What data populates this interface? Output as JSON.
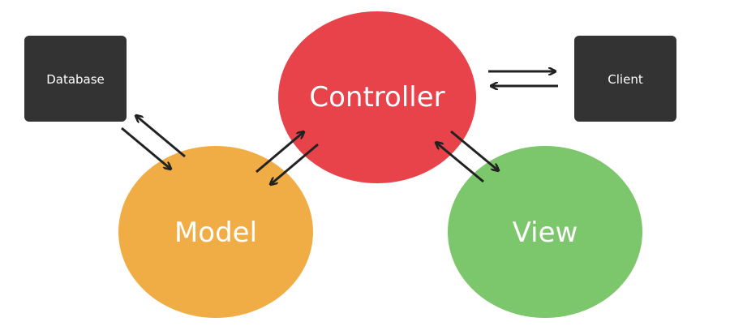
{
  "nodes": {
    "controller": {
      "label": "Controller",
      "color": "#e8424a",
      "text_color": "#ffffff"
    },
    "model": {
      "label": "Model",
      "color": "#f1ad45",
      "text_color": "#ffffff"
    },
    "view": {
      "label": "View",
      "color": "#7cc66b",
      "text_color": "#ffffff"
    },
    "database": {
      "label": "Database",
      "color": "#333333",
      "text_color": "#ffffff"
    },
    "client": {
      "label": "Client",
      "color": "#333333",
      "text_color": "#ffffff"
    }
  },
  "edges": [
    {
      "from": "database",
      "to": "model",
      "bidirectional": true
    },
    {
      "from": "model",
      "to": "controller",
      "bidirectional": true
    },
    {
      "from": "controller",
      "to": "view",
      "bidirectional": true
    },
    {
      "from": "controller",
      "to": "client",
      "bidirectional": true
    }
  ],
  "colors": {
    "arrow": "#222222",
    "background": "#ffffff"
  }
}
